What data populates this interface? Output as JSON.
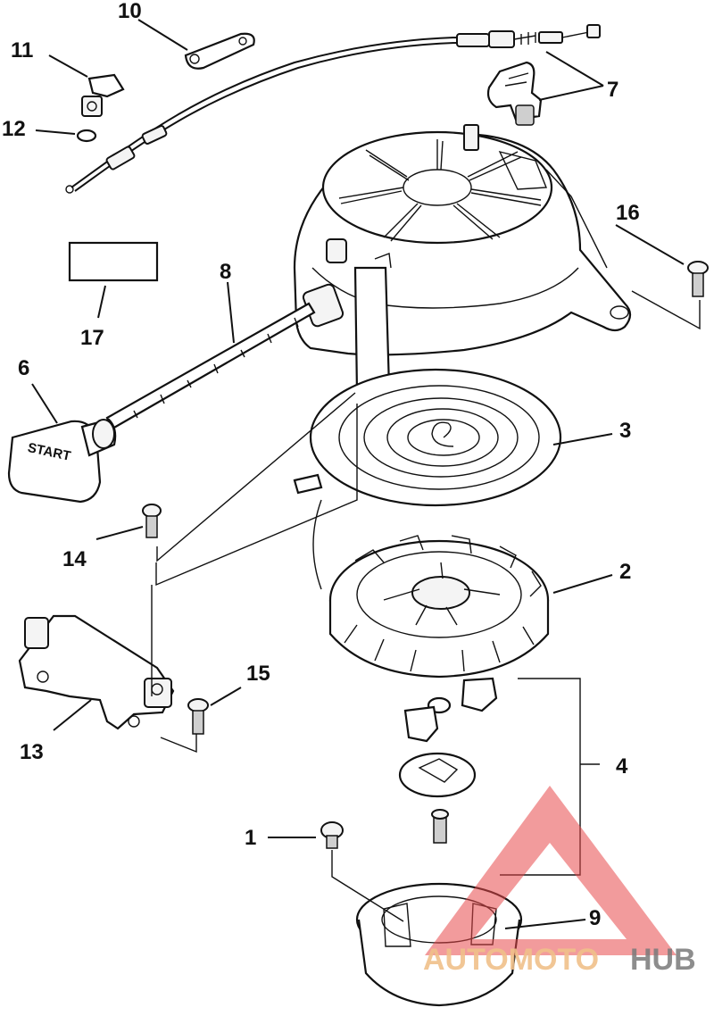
{
  "diagram": {
    "callouts": [
      "1",
      "2",
      "3",
      "4",
      "6",
      "7",
      "8",
      "9",
      "10",
      "11",
      "12",
      "13",
      "14",
      "15",
      "16",
      "17"
    ],
    "handle_text": "START"
  },
  "watermark": {
    "brand_part1": "AUTOMOTO",
    "brand_part2": "HUB",
    "color_red": "#e8494a",
    "color_orange": "#f0c08a",
    "color_gray": "#7a7a7a"
  }
}
